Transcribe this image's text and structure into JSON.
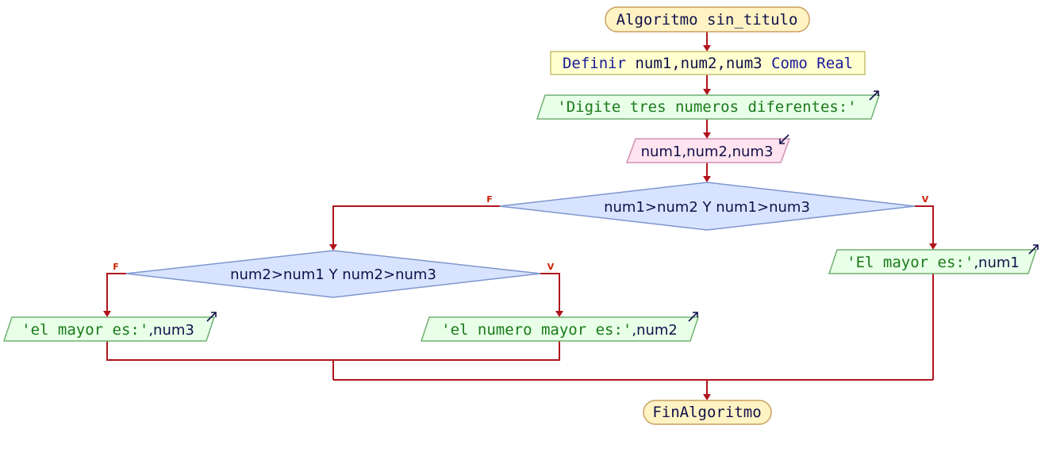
{
  "start": {
    "keyword": "Algoritmo",
    "name": "sin_titulo"
  },
  "define": {
    "keyword": "Definir",
    "vars": "num1,num2,num3",
    "como": "Como",
    "type": "Real"
  },
  "output_prompt": {
    "text": "'Digite tres numeros diferentes:'"
  },
  "input_vars": {
    "text": "num1,num2,num3"
  },
  "decision1": {
    "condition": "num1>num2 Y num1>num3",
    "false_label": "F",
    "true_label": "V"
  },
  "decision2": {
    "condition": "num2>num1 Y num2>num3",
    "false_label": "F",
    "true_label": "V"
  },
  "output_num1": {
    "string": "'El mayor es:'",
    "var": ",num1"
  },
  "output_num3": {
    "string": "'el mayor es:'",
    "var": ",num3"
  },
  "output_num2": {
    "string": "'el numero mayor es:'",
    "var": ",num2"
  },
  "end": {
    "keyword": "FinAlgoritmo"
  },
  "colors": {
    "terminal_fill": "#fff3c4",
    "terminal_stroke": "#c8a060",
    "define_fill": "#ffffd0",
    "define_stroke": "#c8c070",
    "output_fill": "#e8ffe8",
    "output_stroke": "#70b070",
    "input_fill": "#ffe4ef",
    "input_stroke": "#d090b0",
    "decision_fill": "#d8e4ff",
    "decision_stroke": "#7d96cf",
    "connector": "#b0141c"
  }
}
